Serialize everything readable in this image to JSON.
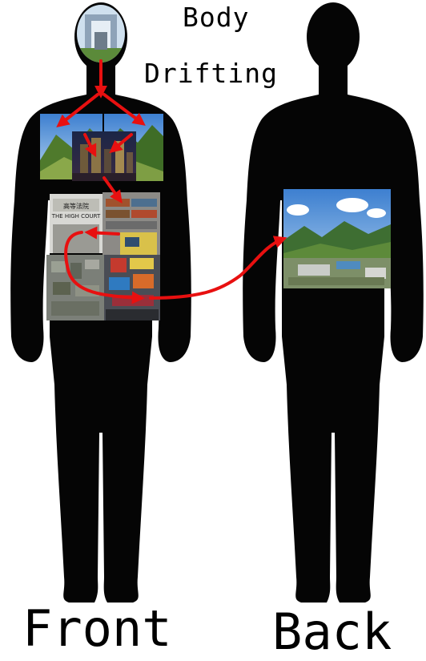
{
  "title": {
    "line1": "Body",
    "line2": "Drifting"
  },
  "figures": {
    "front": {
      "label": "Front"
    },
    "back": {
      "label": "Back"
    }
  },
  "photo_texts": {
    "court_sign_chinese": "高等法院",
    "court_sign_english": "THE HIGH COURT"
  },
  "colors": {
    "silhouette": "#050505",
    "arrow": "#e81010",
    "background": "#ffffff"
  }
}
